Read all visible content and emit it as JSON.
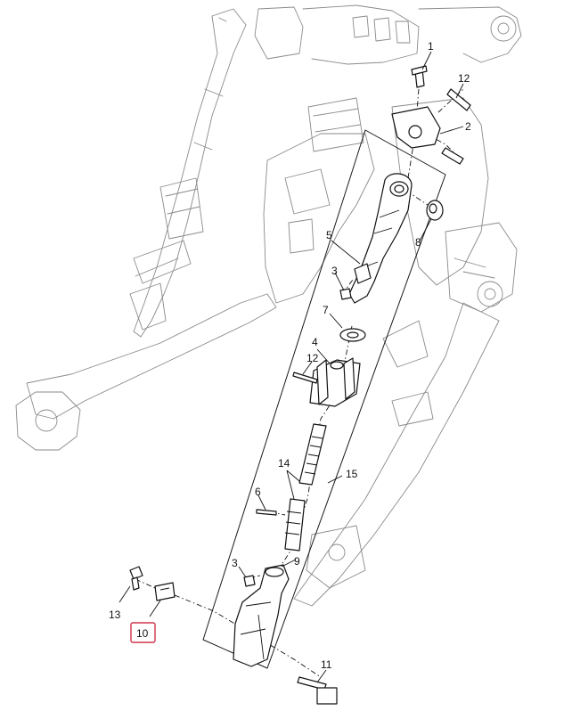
{
  "callouts": {
    "c1": "1",
    "c2": "2",
    "c3a": "3",
    "c3b": "3",
    "c4": "4",
    "c5": "5",
    "c6": "6",
    "c7": "7",
    "c8": "8",
    "c9": "9",
    "c10": "10",
    "c11": "11",
    "c12a": "12",
    "c12b": "12",
    "c13": "13",
    "c14": "14",
    "c15": "15"
  },
  "highlighted_callout": "10",
  "colors": {
    "line": "#1a1a1a",
    "background_line": "#8a8a8a",
    "highlight": "#d0354a"
  }
}
